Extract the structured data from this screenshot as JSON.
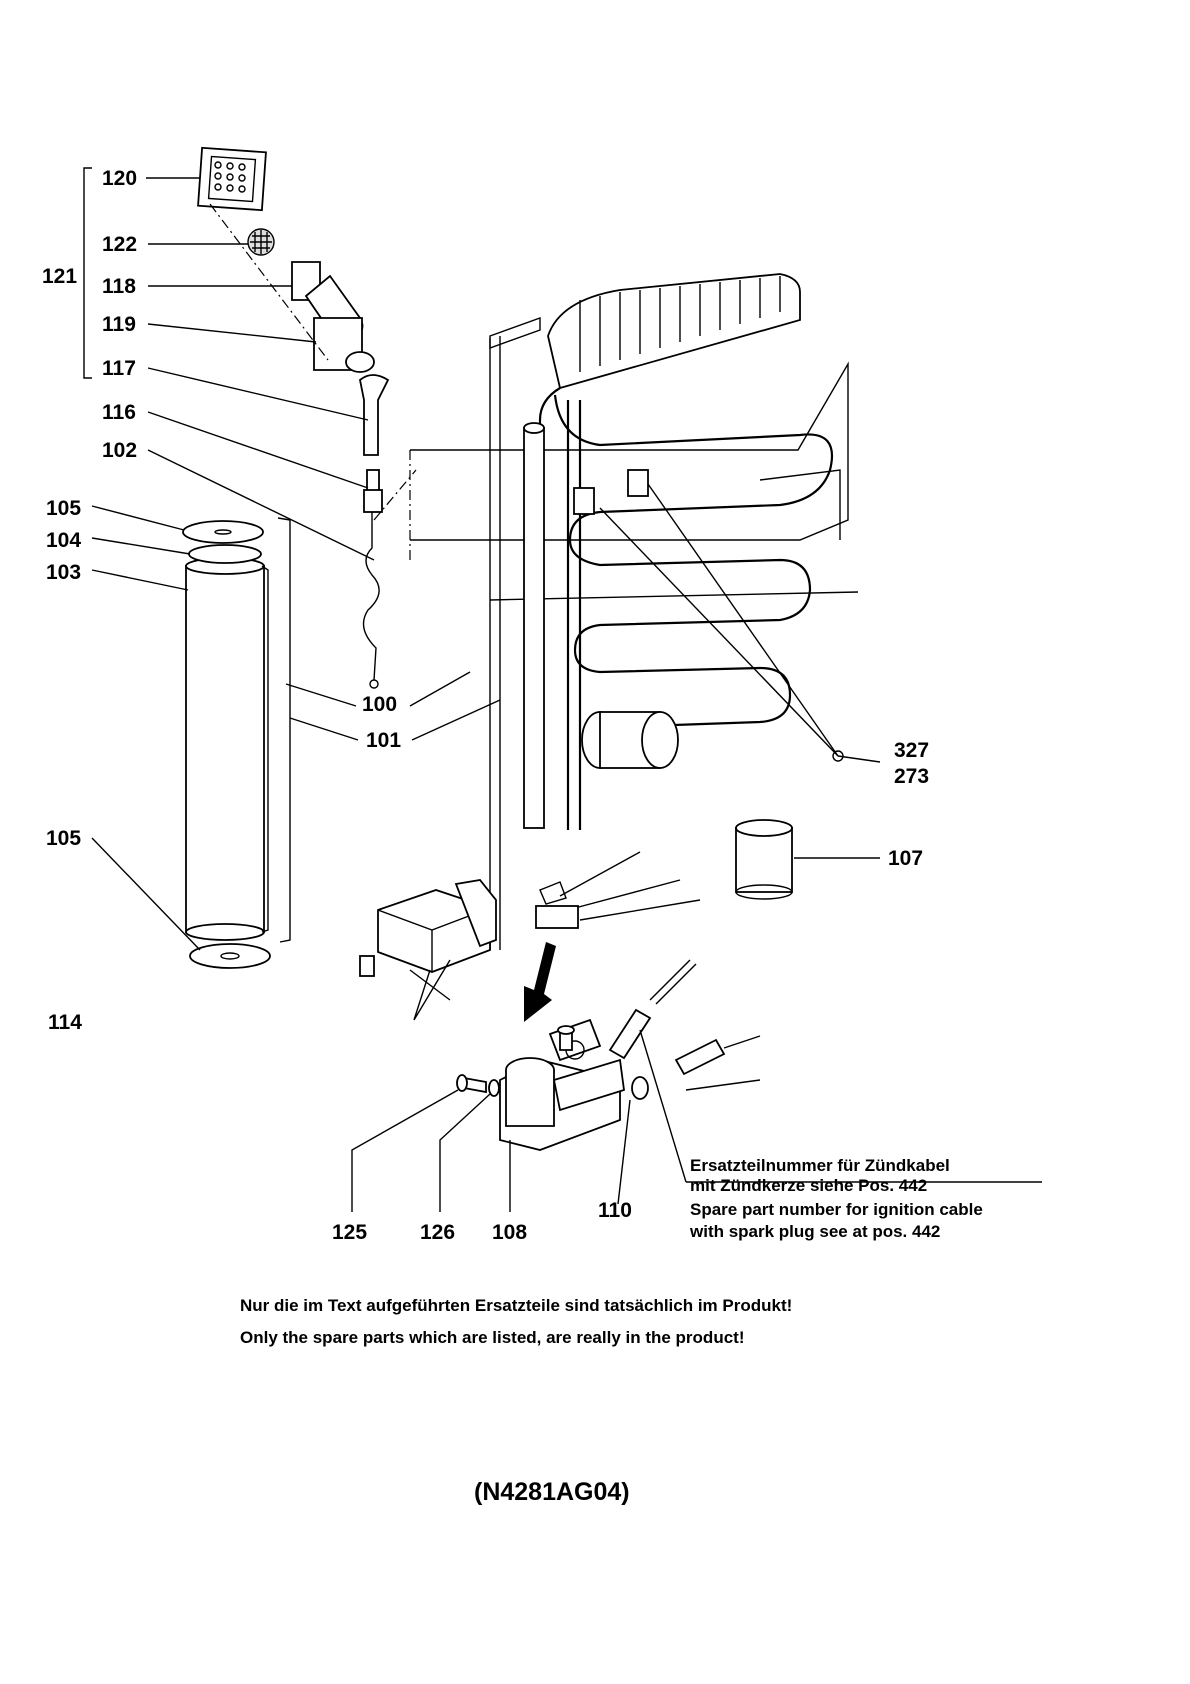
{
  "labels": {
    "p120": "120",
    "p122": "122",
    "p121": "121",
    "p118": "118",
    "p119": "119",
    "p117": "117",
    "p116": "116",
    "p102": "102",
    "p105_top": "105",
    "p104": "104",
    "p103": "103",
    "p100": "100",
    "p101": "101",
    "p105_bottom": "105",
    "p114": "114",
    "p327": "327",
    "p273": "273",
    "p107": "107",
    "p125": "125",
    "p126": "126",
    "p108": "108",
    "p110": "110"
  },
  "notes": {
    "de_line1": "Ersatzteilnummer für Zündkabel",
    "de_line2": "mit Zündkerze siehe Pos. 442",
    "en_line1": "Spare part number for ignition cable",
    "en_line2": "with spark plug see at pos. 442"
  },
  "footer": {
    "de": "Nur die im Text aufgeführten Ersatzteile sind tatsächlich im Produkt!",
    "en": "Only the spare parts which are listed, are really in the product!"
  },
  "drawing_code": "(N4281AG04)"
}
